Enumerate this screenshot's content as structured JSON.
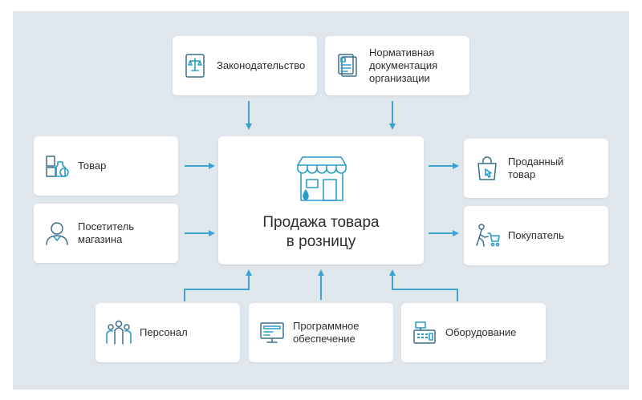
{
  "colors": {
    "background": "#dfe6ec",
    "arrow": "#3aa3cf",
    "icon": "#2b9cc7",
    "text": "#2b2f33"
  },
  "center": {
    "label": "Продажа товара\nв розницу",
    "icon": "store-icon"
  },
  "top": [
    {
      "label": "Законодательство",
      "icon": "law-book-icon"
    },
    {
      "label": "Нормативная\nдокументация\nорганизации",
      "icon": "documents-icon"
    }
  ],
  "left": [
    {
      "label": "Товар",
      "icon": "goods-icon"
    },
    {
      "label": "Посетитель\nмагазина",
      "icon": "visitor-icon"
    }
  ],
  "right": [
    {
      "label": "Проданный\nтовар",
      "icon": "shopping-bag-icon"
    },
    {
      "label": "Покупатель",
      "icon": "buyer-cart-icon"
    }
  ],
  "bottom": [
    {
      "label": "Персонал",
      "icon": "staff-icon"
    },
    {
      "label": "Программное\nобеспечение",
      "icon": "software-icon"
    },
    {
      "label": "Оборудование",
      "icon": "cash-register-icon"
    }
  ]
}
